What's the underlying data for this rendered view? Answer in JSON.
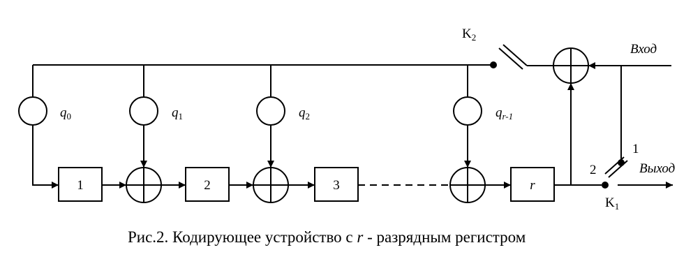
{
  "labels": {
    "k2": "K",
    "k2_sub": "2",
    "k1": "K",
    "k1_sub": "1",
    "input": "Вход",
    "output": "Выход",
    "switch_pos_1": "1",
    "switch_pos_2": "2"
  },
  "coefficients": [
    {
      "base": "q",
      "sub": "0"
    },
    {
      "base": "q",
      "sub": "1"
    },
    {
      "base": "q",
      "sub": "2"
    },
    {
      "base": "q",
      "sub": "r-1"
    }
  ],
  "registers": [
    "1",
    "2",
    "3",
    "r"
  ],
  "caption": {
    "prefix": "Рис.2. Кодирующее устройство с ",
    "var": "r",
    "suffix": " - разрядным регистром"
  }
}
